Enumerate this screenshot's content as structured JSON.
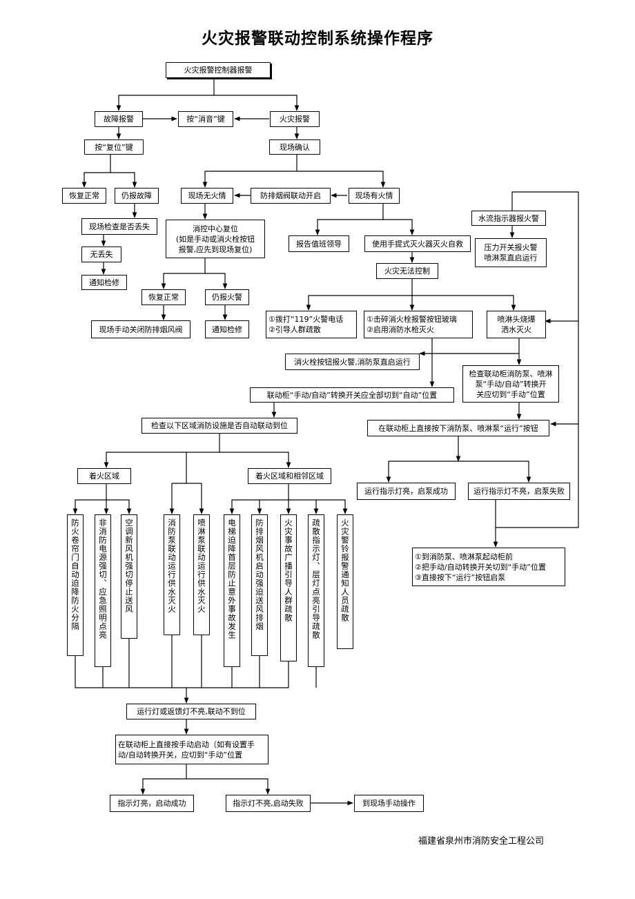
{
  "title": "火灾报警联动控制系统操作程序",
  "footer": "福建省泉州市消防安全工程公司",
  "boxes": {
    "b1": "火灾报警控制器报警",
    "b2": "故障报警",
    "b3": "按“消音”键",
    "b4": "火灾报警",
    "b5": "按“复位”键",
    "b6": "现场确认",
    "b7": "恢复正常",
    "b8": "仍报故障",
    "b9": "现场无火情",
    "b10": "防排烟阀联动开启",
    "b11": "现场有火情",
    "b12": "水流指示器报火警",
    "b13": "现场检查是否丢失",
    "b14": "消控中心复位\n(如是手动或消火栓按钮\n报警,应先到现场复位)",
    "b15": "报告值班领导",
    "b16": "使用手提式灭火器灭火自救",
    "b17": "压力开关报火警\n喷淋泵直启运行",
    "b18": "无丢失",
    "b19": "火灾无法控制",
    "b20": "通知检修",
    "b21": "恢复正常",
    "b22": "仍报火警",
    "b23": "①拨打“119”火警电话\n②引导人群疏散",
    "b24": "①击碎消火栓报警按钮玻璃\n②启用消防水枪灭火",
    "b25": "喷淋头烧爆\n洒水灭火",
    "b26": "现场手动关闭防排烟风阀",
    "b27": "通知检修",
    "b28": "消火栓按钮报火警,消防泵直启运行",
    "b29": "检查联动柜消防泵、喷淋\n泵“手动/自动”转换开\n关应切到“手动”位置",
    "b30": "联动柜“手动/自动”转换开关应全部切到“自动”位置",
    "b31": "检查以下区域消防设施是否自动联动到位",
    "b32": "在联动柜上直接按下消防泵、喷淋泵“运行”按钮",
    "b33": "着火区域",
    "b34": "着火区域和相邻区域",
    "b35": "运行指示灯亮，启泵成功",
    "b36": "运行指示灯不亮，启泵失败",
    "b37": "①到消防泵、喷淋泵起动柜前\n②把手动/自动转换开关切到“手动”位置\n③直接按下“运行”按钮启泵",
    "b38": "运行灯或返馈灯不亮,联动不到位",
    "b39": "在联动柜上直接按手动启动（如有设置手\n动/自动转换开关，应切到“手动”位置",
    "b40": "指示灯亮，启动成功",
    "b41": "指示灯不亮,启动失败",
    "b42": "到现场手动操作"
  },
  "columns": {
    "c1": "防火卷帘门自动迫降防火分隔",
    "c2": "非消防电源强切、应急照明点亮",
    "c3": "空调新风机强切停止送风",
    "c4": "消防泵联动运行供水灭火",
    "c5": "喷淋泵联动运行供水灭火",
    "c6": "电梯迫降首层防止意外事故发生",
    "c7": "防排烟风机启动强迫送风排烟",
    "c8": "火灾事故广播引导人群疏散",
    "c9": "疏散指示灯、层灯点亮引导疏散",
    "c10": "火灾警铃报警通知人员疏散"
  }
}
